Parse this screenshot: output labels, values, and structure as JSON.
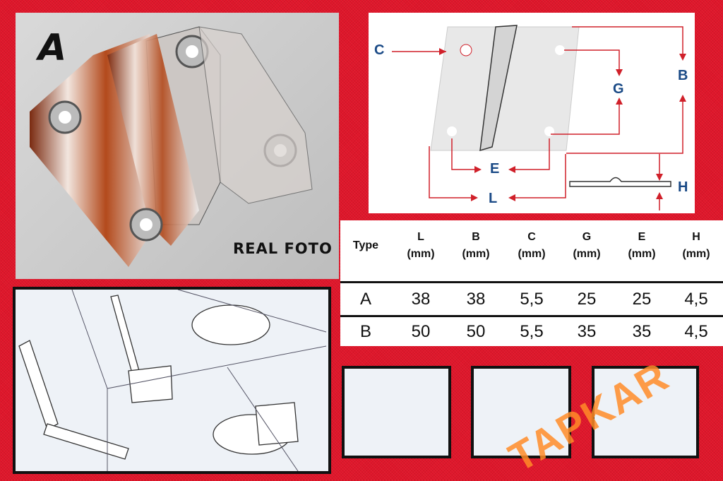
{
  "photo": {
    "variant_letter": "A",
    "caption": "REAL FOTO"
  },
  "diagram": {
    "labels": {
      "C": "C",
      "G": "G",
      "B": "B",
      "E": "E",
      "L": "L",
      "H": "H"
    },
    "arrow_color": "#d0202a",
    "label_color": "#1a4a86"
  },
  "table": {
    "headers": [
      {
        "name": "Type",
        "unit": ""
      },
      {
        "name": "L",
        "unit": "(mm)"
      },
      {
        "name": "B",
        "unit": "(mm)"
      },
      {
        "name": "C",
        "unit": "(mm)"
      },
      {
        "name": "G",
        "unit": "(mm)"
      },
      {
        "name": "E",
        "unit": "(mm)"
      },
      {
        "name": "H",
        "unit": "(mm)"
      }
    ],
    "rows": [
      [
        "A",
        "38",
        "38",
        "5,5",
        "25",
        "25",
        "4,5"
      ],
      [
        "B",
        "50",
        "50",
        "5,5",
        "35",
        "35",
        "4,5"
      ]
    ]
  },
  "watermark": "TAPKAR"
}
